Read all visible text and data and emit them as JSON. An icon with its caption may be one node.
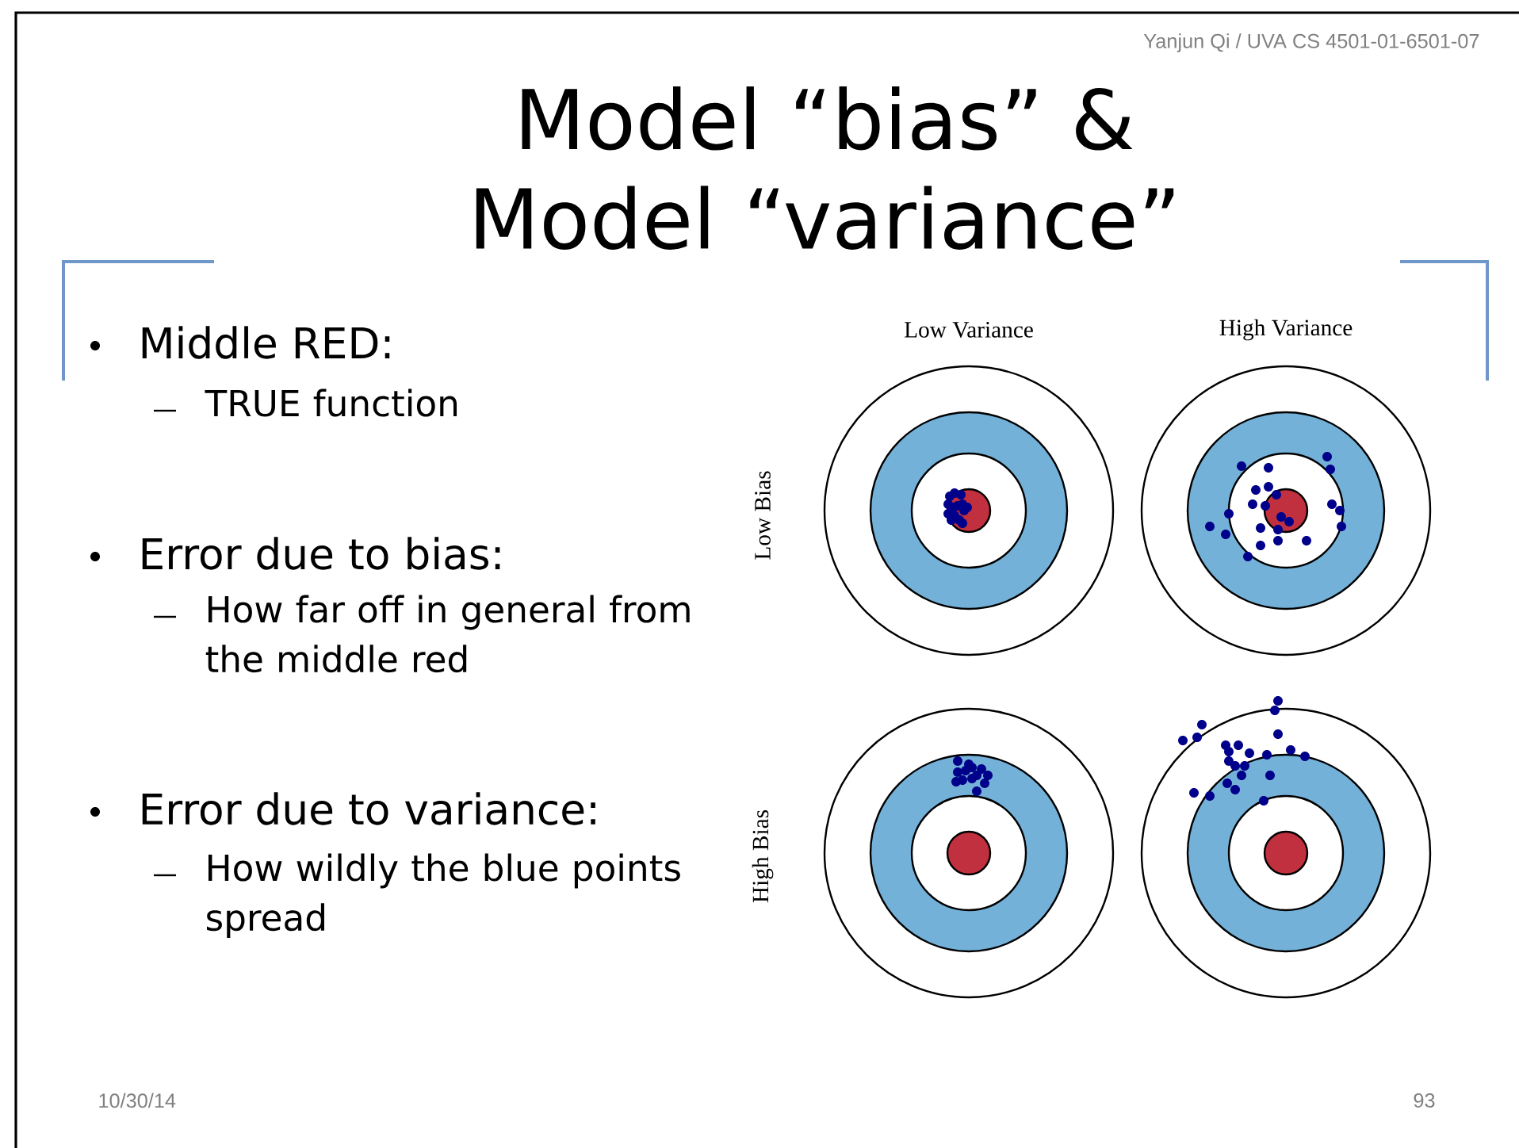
{
  "diagram": {
    "title": "Model “bias” & Model “variance”",
    "labels": [
      "Yanjun Qi / UVA CS 4501-01-6501-07",
      "Middle RED:",
      "TRUE function",
      "Error due to bias:",
      "How far off in general from the middle red",
      "Error due to variance:",
      "How wildly the blue points spread",
      "Low Variance",
      "High Variance",
      "Low Bias",
      "High Bias",
      "10/30/14",
      "93"
    ]
  }
}
